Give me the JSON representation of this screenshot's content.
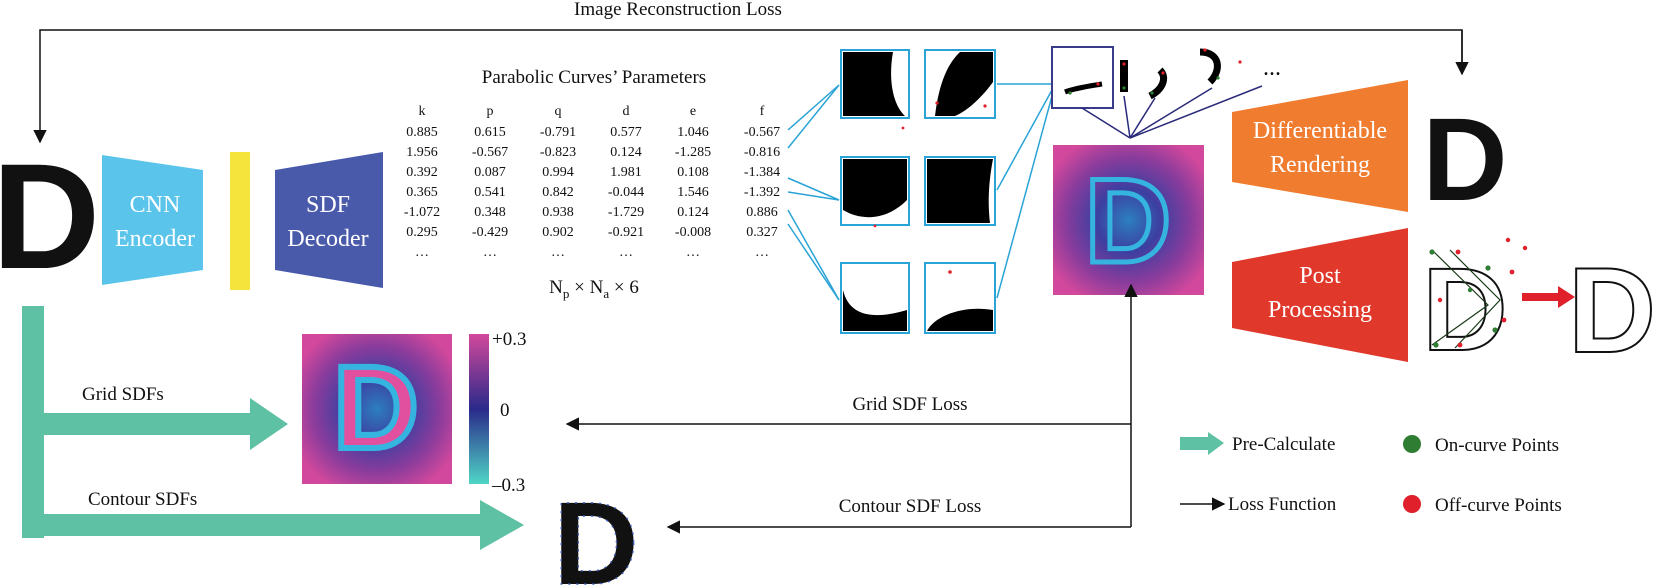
{
  "labels": {
    "image_reconstruction_loss": "Image Reconstruction Loss",
    "parabolic_curves_parameters": "Parabolic Curves’ Parameters",
    "cnn_encoder_line1": "CNN",
    "cnn_encoder_line2": "Encoder",
    "sdf_decoder_line1": "SDF",
    "sdf_decoder_line2": "Decoder",
    "differentiable_line1": "Differentiable",
    "differentiable_line2": "Rendering",
    "post_line1": "Post",
    "post_line2": "Processing",
    "grid_sdfs": "Grid SDFs",
    "contour_sdfs": "Contour SDFs",
    "grid_sdf_loss": "Grid SDF Loss",
    "contour_sdf_loss": "Contour SDF Loss",
    "dims_n": "N",
    "dims_p": "p",
    "dims_times1": " × N",
    "dims_a": "a",
    "dims_times2": " × 6",
    "ellipsis": "...",
    "glyph": "D"
  },
  "colorbar": {
    "max": "+0.3",
    "mid": "0",
    "min": "–0.3"
  },
  "legend": {
    "pre_calculate": "Pre-Calculate",
    "loss_function": "Loss Function",
    "on_curve": "On-curve Points",
    "off_curve": "Off-curve Points"
  },
  "table": {
    "headers": [
      "k",
      "p",
      "q",
      "d",
      "e",
      "f"
    ],
    "rows": [
      [
        "0.885",
        "0.615",
        "-0.791",
        "0.577",
        "1.046",
        "-0.567"
      ],
      [
        "1.956",
        "-0.567",
        "-0.823",
        "0.124",
        "-1.285",
        "-0.816"
      ],
      [
        "0.392",
        "0.087",
        "0.994",
        "1.981",
        "0.108",
        "-1.384"
      ],
      [
        "0.365",
        "0.541",
        "0.842",
        "-0.044",
        "1.546",
        "-1.392"
      ],
      [
        "-1.072",
        "0.348",
        "0.938",
        "-1.729",
        "0.124",
        "0.886"
      ],
      [
        "0.295",
        "-0.429",
        "0.902",
        "-0.921",
        "-0.008",
        "0.327"
      ],
      [
        "…",
        "…",
        "…",
        "…",
        "…",
        "…"
      ]
    ]
  },
  "colors": {
    "cnn": "#5bc4ea",
    "latent": "#f4e43c",
    "sdf_decoder": "#4a5aaa",
    "differentiable": "#f07c30",
    "post": "#e0392c",
    "teal": "#5fc1a4",
    "cell_border": "#2aa3d6",
    "on_curve": "#2e7d32",
    "off_curve": "#e0202a"
  }
}
